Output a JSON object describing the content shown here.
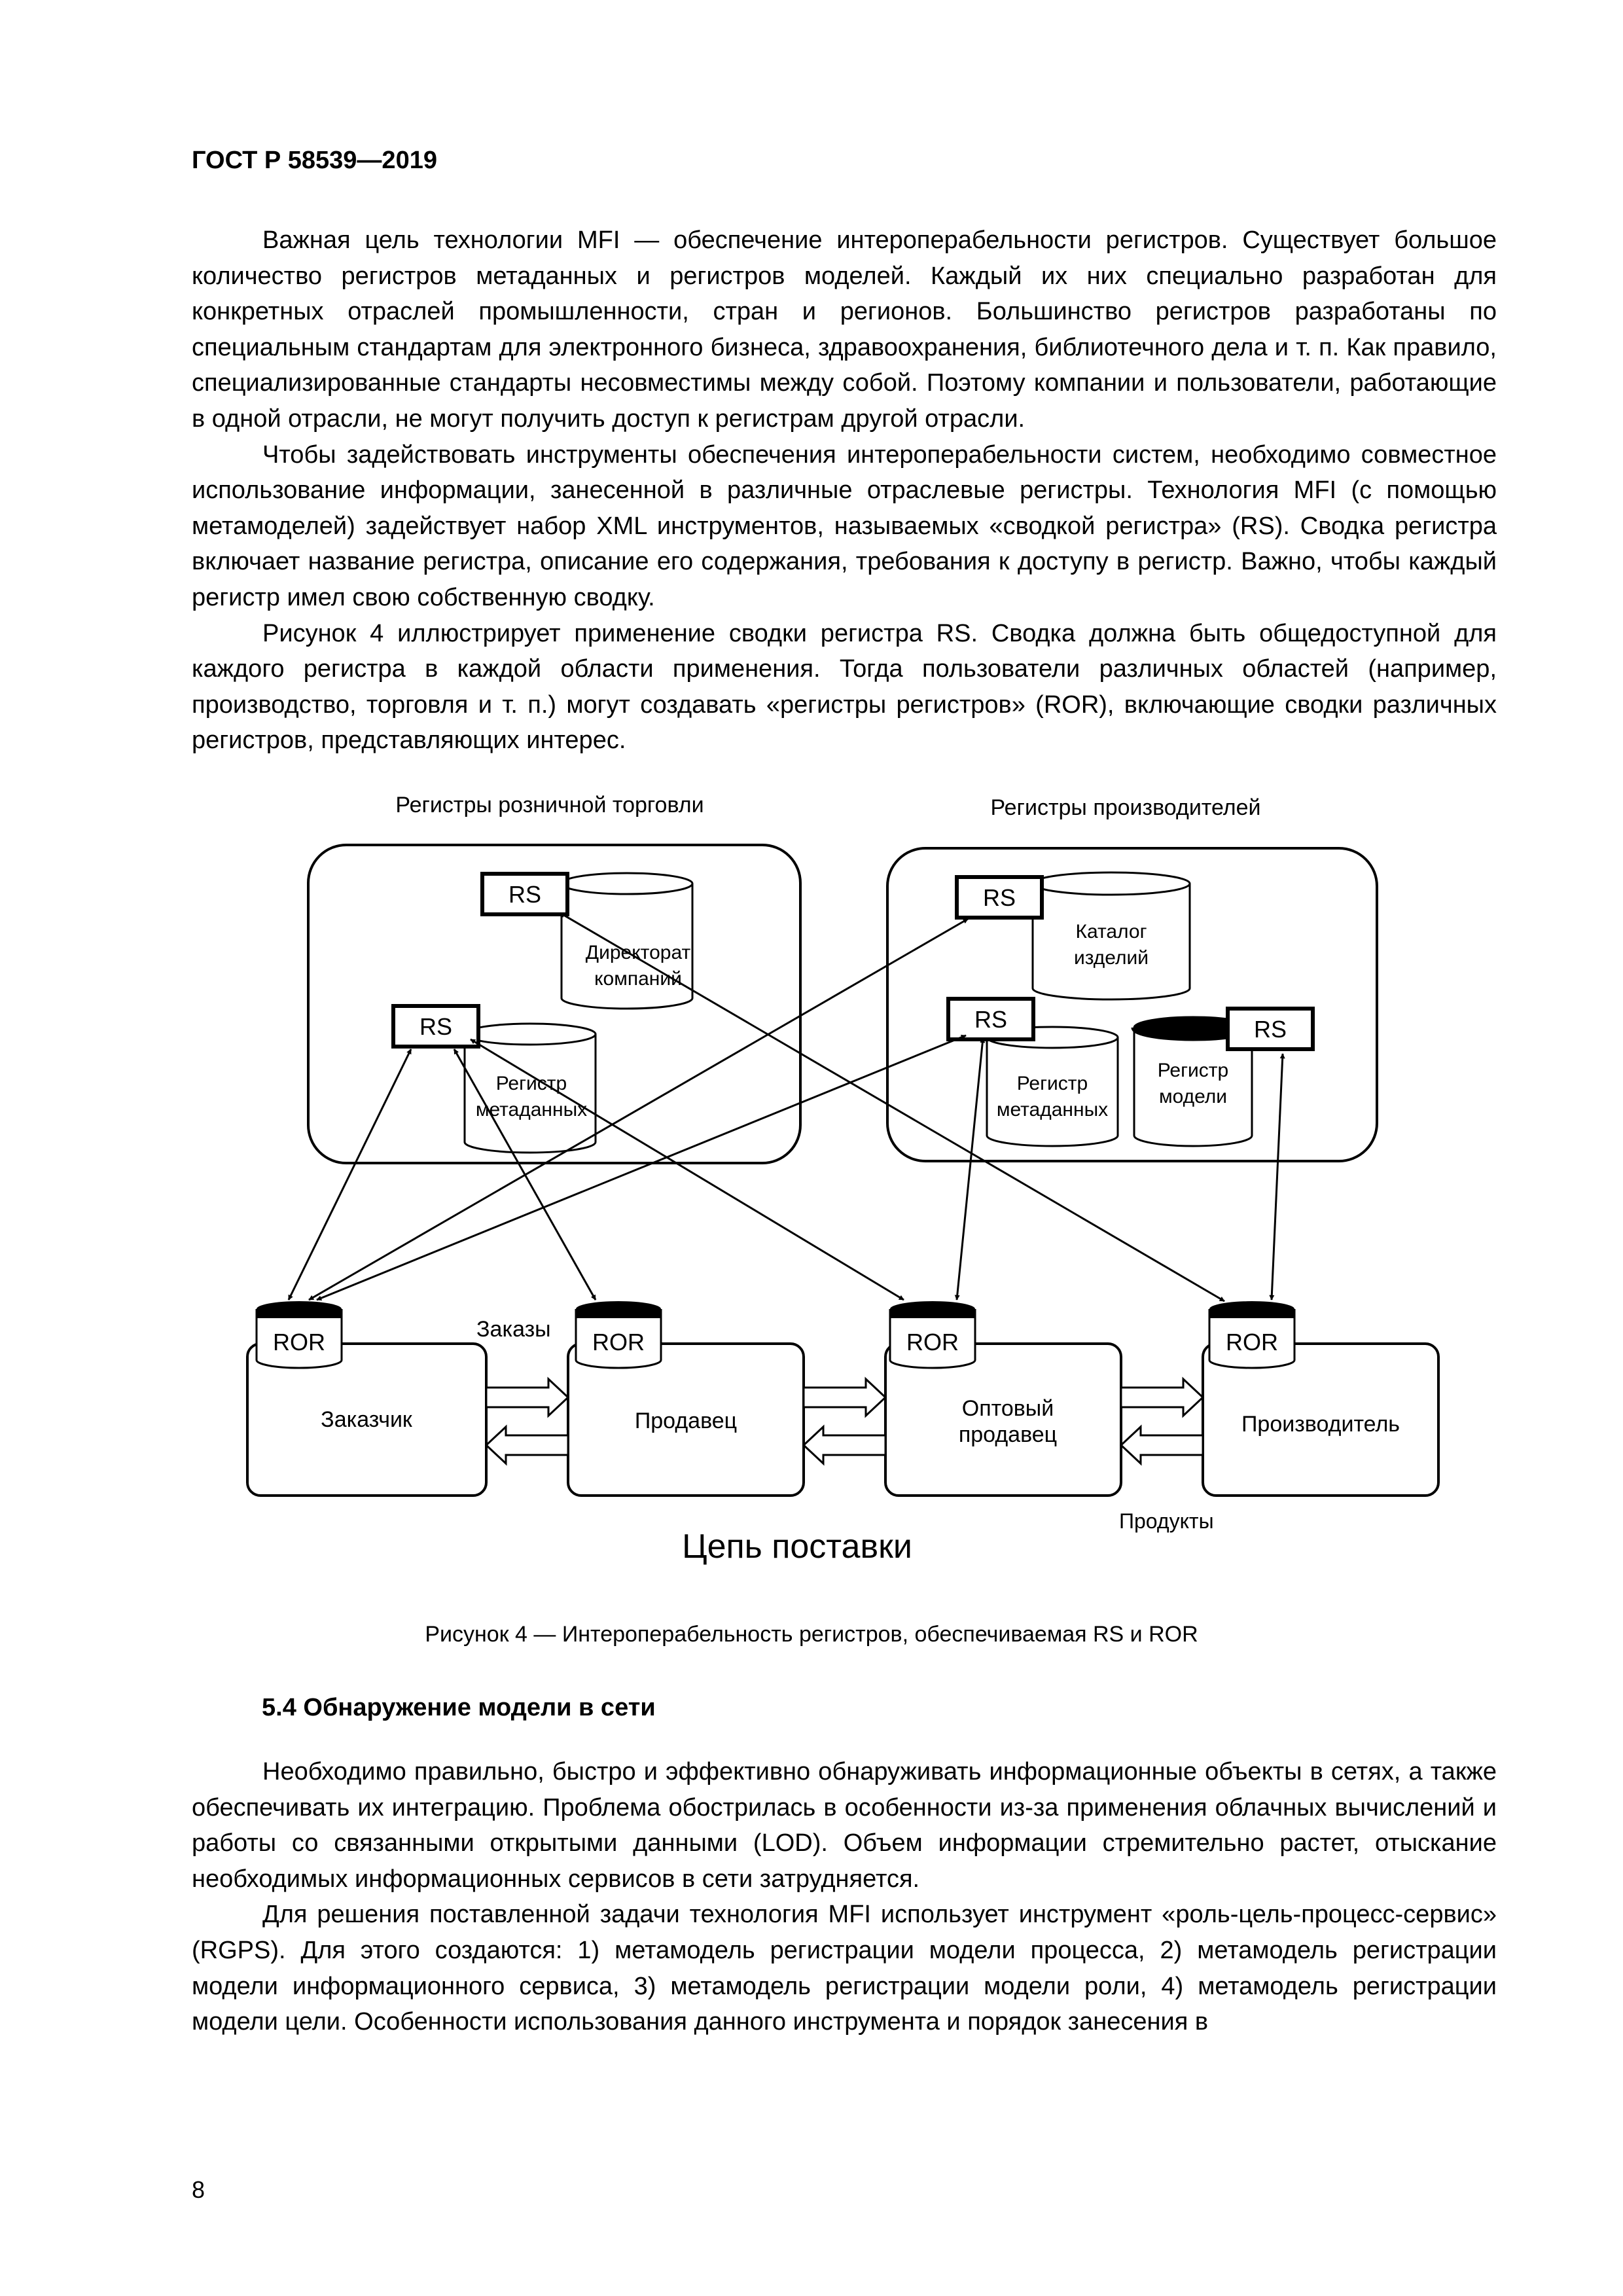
{
  "header": {
    "doc_id": "ГОСТ Р 58539—2019"
  },
  "text_block_1": [
    "Важная цель технологии MFI — обеспечение интероперабельности регистров. Существует большое количество регистров метаданных и регистров моделей. Каждый их них специально разработан для конкретных отраслей промышленности, стран и регионов. Большинство регистров разработаны по специальным стандартам для электронного бизнеса, здравоохранения, библиотечного дела и т. п. Как правило, специализированные стандарты несовместимы между собой. Поэтому компании и пользователи, работающие в одной отрасли, не могут получить доступ к регистрам другой отрасли.",
    "Чтобы задействовать инструменты обеспечения интероперабельности систем, необходимо совместное использование информации, занесенной в различные отраслевые регистры. Технология MFI (с помощью метамоделей) задействует набор XML инструментов, называемых «сводкой регистра» (RS). Сводка регистра включает название регистра, описание его содержания, требования к доступу в регистр. Важно, чтобы каждый регистр имел свою собственную сводку.",
    "Рисунок 4 иллюстрирует применение сводки регистра RS. Сводка должна быть общедоступной для каждого регистра в каждой области применения. Тогда пользователи различных областей (например, производство, торговля и т. п.) могут создавать «регистры регистров» (ROR), включающие сводки различных регистров, представляющих интерес."
  ],
  "figure": {
    "group_left_title": "Регистры розничной торговли",
    "group_right_title": "Регистры производителей",
    "rs_label": "RS",
    "ror_label": "ROR",
    "db_directorate": [
      "Директорат",
      "компаний"
    ],
    "db_metadata_left": [
      "Регистр",
      "метаданных"
    ],
    "db_catalog": [
      "Каталог",
      "изделий"
    ],
    "db_metadata_right": [
      "Регистр",
      "метаданных"
    ],
    "db_models": [
      "Регистр",
      "модели"
    ],
    "box_customer": "Заказчик",
    "box_seller": "Продавец",
    "box_wholesaler": [
      "Оптовый",
      "продавец"
    ],
    "box_manufacturer": "Производитель",
    "label_orders": "Заказы",
    "label_products": "Продукты",
    "chain_title": "Цепь поставки"
  },
  "caption": "Рисунок 4 — Интероперабельность регистров, обеспечиваемая RS и ROR",
  "section": {
    "heading": "5.4 Обнаружение модели в сети"
  },
  "text_block_2": [
    "Необходимо правильно, быстро и эффективно обнаруживать информационные объекты в сетях, а также обеспечивать их интеграцию. Проблема обострилась в особенности из-за применения облачных вычислений и работы со связанными открытыми данными (LOD). Объем информации стремительно растет, отыскание необходимых информационных сервисов в сети затрудняется.",
    "Для решения поставленной задачи технология MFI использует инструмент «роль-цель-процесс-сервис» (RGPS). Для этого создаются: 1) метамодель регистрации модели процесса, 2) метамодель регистрации модели информационного сервиса, 3) метамодель регистрации модели роли, 4) метамодель регистрации модели цели. Особенности использования данного инструмента и порядок занесения в"
  ],
  "page_number": "8"
}
